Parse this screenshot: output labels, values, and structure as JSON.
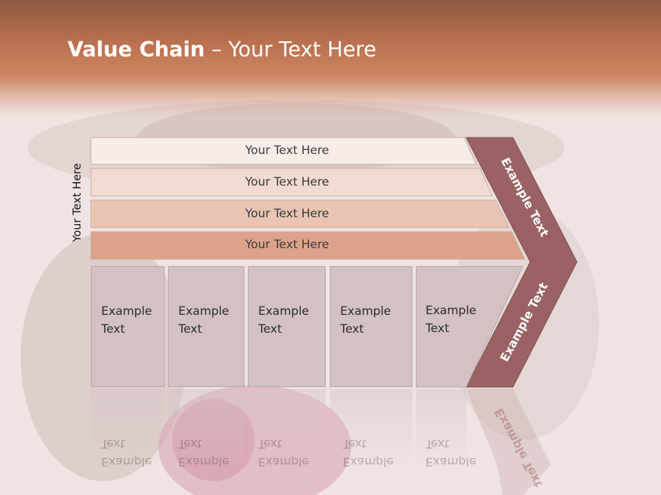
{
  "title": {
    "bold": "Value Chain",
    "rest": " – Your Text Here"
  },
  "side_label": "Your Text Here",
  "rows": [
    {
      "label": "Your Text Here",
      "color": "#f8ece8"
    },
    {
      "label": "Your Text Here",
      "color": "#f1dad1"
    },
    {
      "label": "Your Text Here",
      "color": "#e9c4b3"
    },
    {
      "label": "Your Text Here",
      "color": "#dda38a"
    }
  ],
  "cells": [
    {
      "line1": "Example",
      "line2": "Text"
    },
    {
      "line1": "Example",
      "line2": "Text"
    },
    {
      "line1": "Example",
      "line2": "Text"
    },
    {
      "line1": "Example",
      "line2": "Text"
    },
    {
      "line1": "Example",
      "line2": "Text"
    }
  ],
  "chevron": {
    "upper": "Example Text",
    "lower": "Example Text",
    "color": "#9a6264"
  },
  "colors": {
    "header": "#c47a58",
    "cell": "#d4c1c3"
  }
}
